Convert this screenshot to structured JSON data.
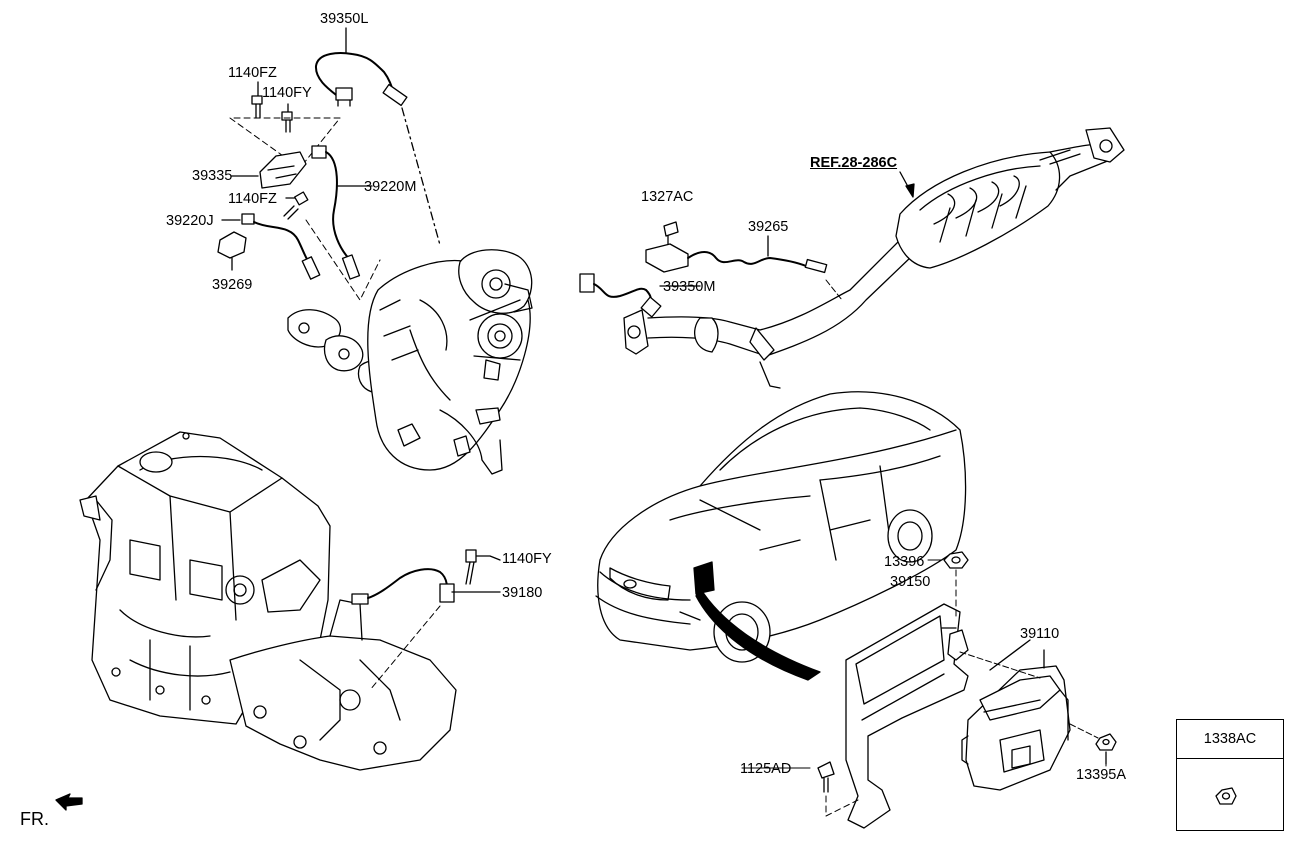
{
  "labels": {
    "p39350L": "39350L",
    "p1140FZ_a": "1140FZ",
    "p1140FY_a": "1140FY",
    "p39335": "39335",
    "p39220M": "39220M",
    "p1140FZ_b": "1140FZ",
    "p39220J": "39220J",
    "p39269": "39269",
    "ref": "REF.28-286C",
    "p1327AC": "1327AC",
    "p39265": "39265",
    "p39350M": "39350M",
    "p1140FY_b": "1140FY",
    "p39180": "39180",
    "p13396": "13396",
    "p39150": "39150",
    "p39110": "39110",
    "p1125AD": "1125AD",
    "p13395A": "13395A",
    "fr": "FR."
  },
  "legend": {
    "part": "1338AC"
  }
}
